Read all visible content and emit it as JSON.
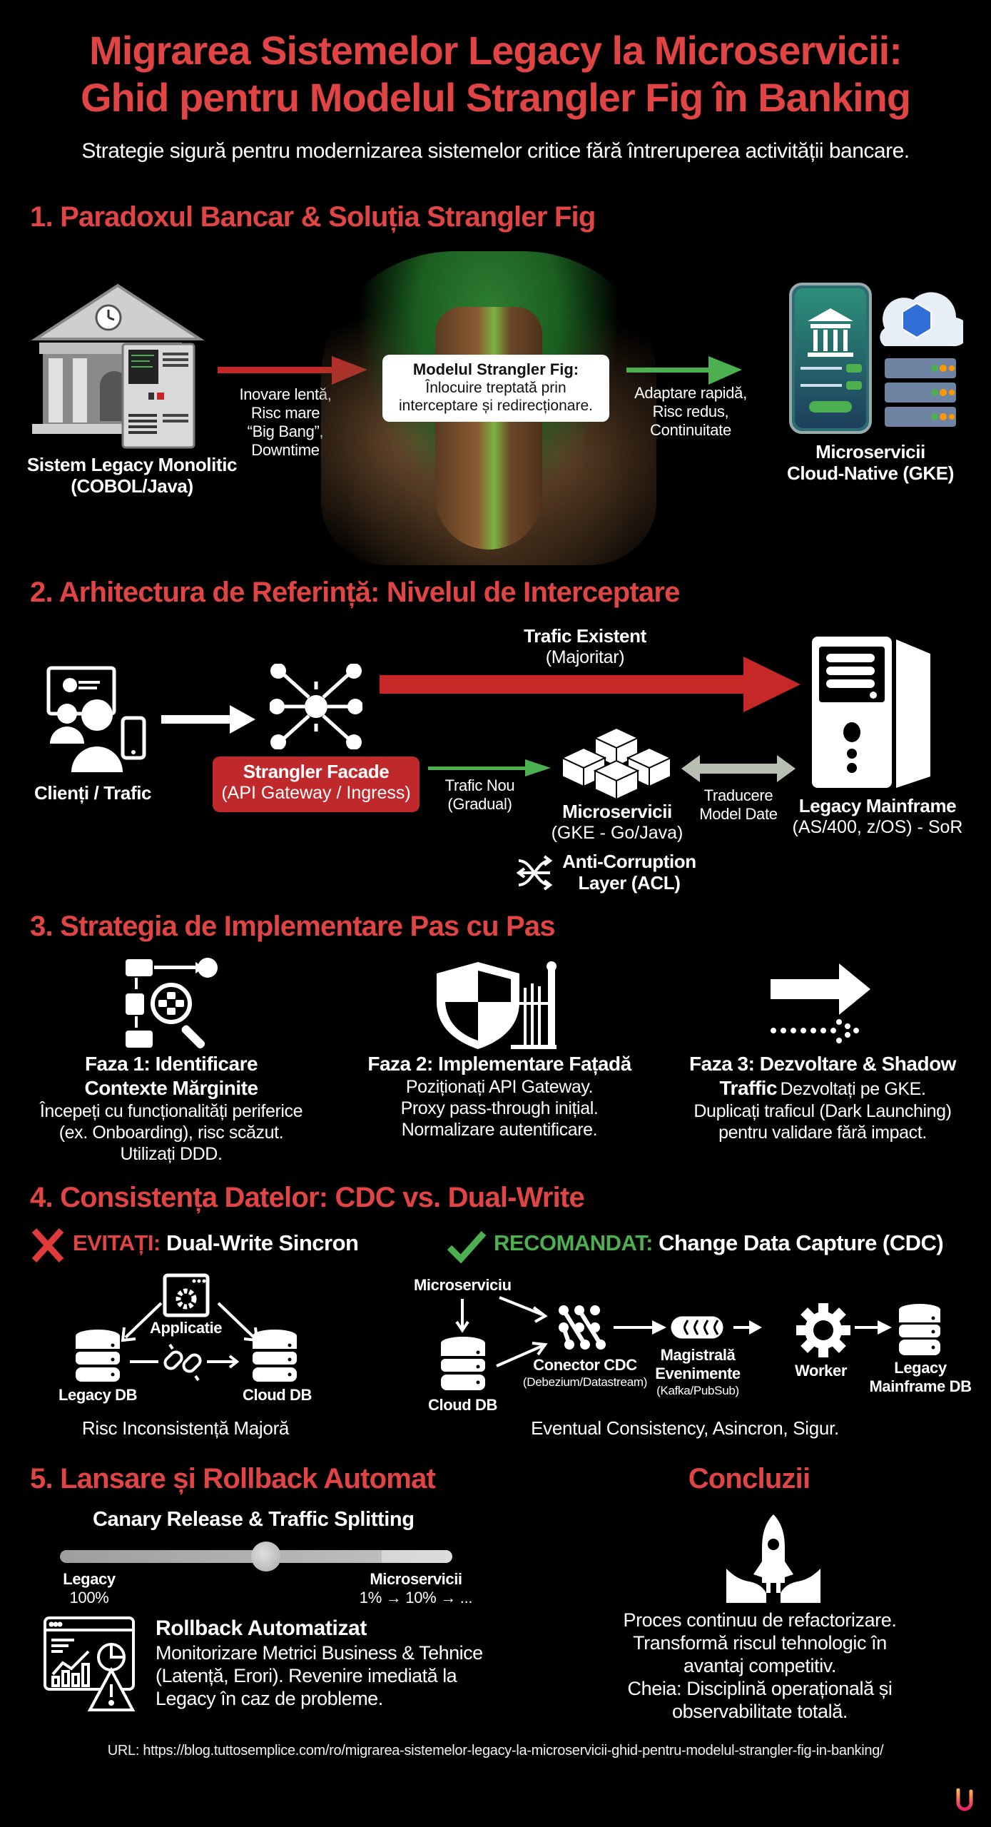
{
  "header": {
    "title_line1": "Migrarea Sistemelor Legacy la Microservicii:",
    "title_line2": "Ghid pentru Modelul Strangler Fig în Banking",
    "subtitle": "Strategie sigură pentru modernizarea sistemelor critice fără întreruperea activității bancare."
  },
  "colors": {
    "background": "#000000",
    "accent_red": "#e04444",
    "accent_green": "#4caf50",
    "facade_red": "#c0292b",
    "text": "#ffffff"
  },
  "section1": {
    "title": "1. Paradoxul Bancar & Soluția Strangler Fig",
    "legacy": {
      "icon": "bank-server-icon",
      "label_line1": "Sistem Legacy Monolitic",
      "label_line2": "(COBOL/Java)"
    },
    "red_arrow_text": [
      "Inovare lentă,",
      "Risc mare",
      "“Big Bang”,",
      "Downtime"
    ],
    "tree_box": {
      "title": "Modelul Strangler Fig:",
      "line1": "Înlocuire treptată prin",
      "line2": "interceptare și redirecționare."
    },
    "green_arrow_text": [
      "Adaptare rapidă,",
      "Risc redus,",
      "Continuitate"
    ],
    "target": {
      "icon": "mobile-cloud-servers-icon",
      "label_line1": "Microservicii",
      "label_line2": "Cloud-Native (GKE)"
    }
  },
  "section2": {
    "title": "2. Arhitectura de Referință: Nivelul de Interceptare",
    "clients_label": "Clienți / Trafic",
    "facade_title": "Strangler Facade",
    "facade_sub": "(API Gateway / Ingress)",
    "existing_traffic_title": "Trafic Existent",
    "existing_traffic_sub": "(Majoritar)",
    "new_traffic_line1": "Trafic Nou",
    "new_traffic_line2": "(Gradual)",
    "microservices_title": "Microservicii",
    "microservices_sub": "(GKE - Go/Java)",
    "translation_line1": "Traducere",
    "translation_line2": "Model Date",
    "acl_line1": "Anti-Corruption",
    "acl_line2": "Layer (ACL)",
    "mainframe_title": "Legacy Mainframe",
    "mainframe_sub": "(AS/400, z/OS) - SoR"
  },
  "section3": {
    "title": "3. Strategia de Implementare Pas cu Pas",
    "phases": [
      {
        "icon": "flowchart-magnifier-icon",
        "title_line1": "Faza 1: Identificare",
        "title_line2": "Contexte Mărginite",
        "text": [
          "Începeți cu funcționalități periferice",
          "(ex. Onboarding), risc scăzut.",
          "Utilizați DDD."
        ]
      },
      {
        "icon": "shield-gate-icon",
        "title_line1": "Faza 2: Implementare Fațadă",
        "text": [
          "Poziționați API Gateway.",
          "Proxy pass-through inițial.",
          "Normalizare autentificare."
        ]
      },
      {
        "icon": "shadow-traffic-arrow-icon",
        "title_line1": "Faza 3: Dezvoltare & Shadow",
        "title_line2": "Traffic",
        "text_inline": "Dezvoltați pe GKE.",
        "text": [
          "Duplicați traficul (Dark Launching)",
          "pentru validare fără impact."
        ]
      }
    ]
  },
  "section4": {
    "title": "4. Consistența Datelor: CDC vs. Dual-Write",
    "avoid": {
      "tag": "EVITAȚI:",
      "title": "Dual-Write Sincron",
      "app_label": "Applicatie",
      "legacy_db": "Legacy DB",
      "cloud_db": "Cloud DB",
      "caption": "Risc Inconsistență Majoră"
    },
    "recommended": {
      "tag": "RECOMANDAT:",
      "title": "Change Data Capture (CDC)",
      "microservice": "Microserviciu",
      "cloud_db": "Cloud DB",
      "connector": "Conector CDC",
      "connector_sub": "(Debezium/Datastream)",
      "bus_line1": "Magistrală",
      "bus_line2": "Evenimente",
      "bus_sub": "(Kafka/PubSub)",
      "worker": "Worker",
      "legacy_line1": "Legacy",
      "legacy_line2": "Mainframe DB",
      "caption": "Eventual Consistency, Asincron, Sigur."
    }
  },
  "section5": {
    "title": "5. Lansare și Rollback Automat",
    "canary_title": "Canary Release & Traffic Splitting",
    "slider": {
      "left_label": "Legacy",
      "left_value": "100%",
      "right_label": "Microservicii",
      "right_value": "1% → 10% → ..."
    },
    "rollback_title": "Rollback Automatizat",
    "rollback_text": [
      "Monitorizare Metrici Business & Tehnice",
      "(Latență, Erori). Revenire imediată la",
      "Legacy în caz de probleme."
    ]
  },
  "conclusions": {
    "title": "Concluzii",
    "icon": "rocket-launch-icon",
    "lines": [
      "Proces continuu de refactorizare.",
      "Transformă riscul tehnologic în",
      "avantaj competitiv.",
      "Cheia: Disciplină operațională și",
      "observabilitate totală."
    ]
  },
  "footer": {
    "url": "URL: https://blog.tuttosemplice.com/ro/migrarea-sistemelor-legacy-la-microservicii-ghid-pentru-modelul-strangler-fig-in-banking/"
  }
}
